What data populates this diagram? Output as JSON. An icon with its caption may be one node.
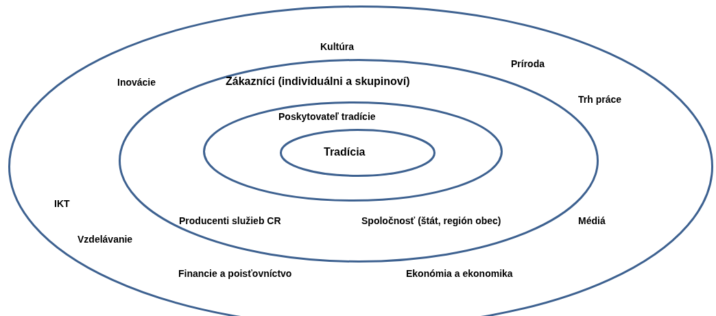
{
  "diagram": {
    "nodes": [
      {
        "text": [
          "Kultúra",
          "Inovácie",
          "Príroda",
          "Trh práce",
          "IKT",
          "Vzdelávanie",
          "Médiá",
          "Financie a poisťovníctvo",
          "Ekonómia a ekonomika"
        ]
      },
      {
        "text": [
          "Zákazníci (individuálni a skupinoví)",
          "Producenti služieb CR",
          "Spoločnosť (štát, región obec)"
        ],
        "in": 0
      },
      {
        "text": [
          "Poskytovateľ tradície"
        ],
        "in": 1
      },
      {
        "text": [
          "Tradícia"
        ],
        "in": 2
      }
    ]
  }
}
